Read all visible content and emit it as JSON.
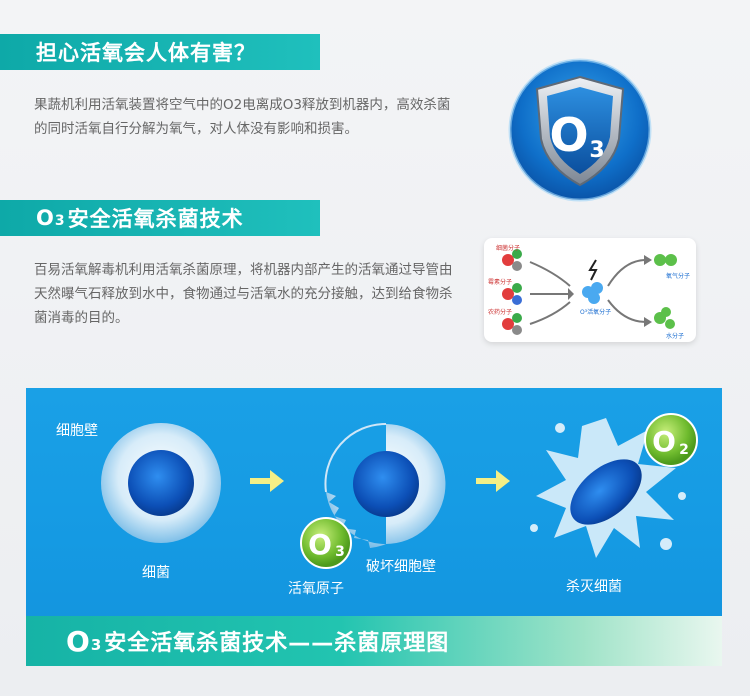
{
  "section1": {
    "title": "担心活氧会人体有害？",
    "paragraph": "果蔬机利用活氧装置将空气中的O2电离成O3释放到机器内，高效杀菌的同时活氧自行分解为氧气，对人体没有影响和损害。",
    "shield_symbol": "O",
    "shield_subscript": "3"
  },
  "section2": {
    "title_o": "O",
    "title_sub": "3",
    "title_rest": "安全活氧杀菌技术",
    "paragraph": "百易活氧解毒机利用活氧杀菌原理，将机器内部产生的活氧通过导管由天然曝气石释放到水中，食物通过与活氧水的充分接触，达到给食物杀菌消毒的目的。",
    "reaction": {
      "left_labels": [
        "细菌分子",
        "霉素分子",
        "农药分子"
      ],
      "center_label": "O³活氧分子",
      "right_labels": [
        "氧气分子",
        "水分子"
      ]
    }
  },
  "diagram": {
    "cell_wall_label": "细胞壁",
    "bacteria_label": "细菌",
    "o3_atom_label": "活氧原子",
    "break_wall_label": "破坏细胞壁",
    "kill_label": "杀灭细菌",
    "o3_badge_o": "O",
    "o3_badge_sub": "3",
    "o2_badge_o": "O",
    "o2_badge_sub": "2"
  },
  "footer": {
    "o": "O",
    "sub": "3",
    "text": "安全活氧杀菌技术——杀菌原理图"
  },
  "colors": {
    "teal": "#19b6b4",
    "panel_blue": "#1aa0e6",
    "arrow_yellow": "#f4ef86",
    "o3_green": "#7cc242"
  }
}
